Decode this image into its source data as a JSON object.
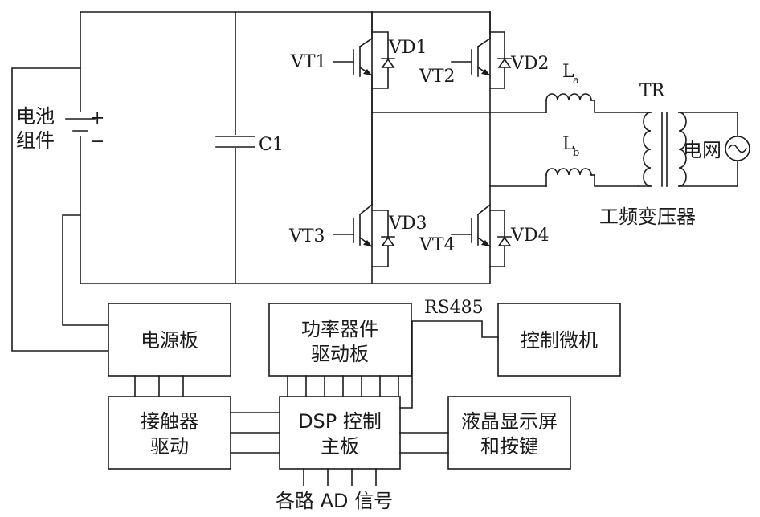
{
  "labels": {
    "battery_line1": "电池",
    "battery_line2": "组件",
    "plus": "+",
    "minus": "−",
    "capacitor": "C1",
    "vt1": "VT1",
    "vt2": "VT2",
    "vt3": "VT3",
    "vt4": "VT4",
    "vd1": "VD1",
    "vd2": "VD2",
    "vd3": "VD3",
    "vd4": "VD4",
    "la_main": "L",
    "la_sub": "a",
    "lb_main": "L",
    "lb_sub": "b",
    "transformer": "TR",
    "transformer_desc": "工频变压器",
    "grid": "电网",
    "rs485": "RS485",
    "signals": "各路 AD 信号"
  },
  "blocks": {
    "power_board": "电源板",
    "driver_board_line1": "功率器件",
    "driver_board_line2": "驱动板",
    "micro": "控制微机",
    "contactor_line1": "接触器",
    "contactor_line2": "驱动",
    "dsp_line1": "DSP 控制",
    "dsp_line2": "主板",
    "lcd_line1": "液晶显示屏",
    "lcd_line2": "和按键"
  }
}
